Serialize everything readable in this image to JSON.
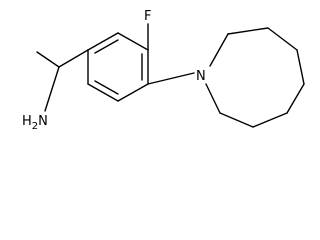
{
  "labels": {
    "fluorine": "F",
    "nitrogen": "N",
    "amine": "H2N"
  },
  "colors": {
    "bond": "#000000",
    "background": "#ffffff"
  }
}
